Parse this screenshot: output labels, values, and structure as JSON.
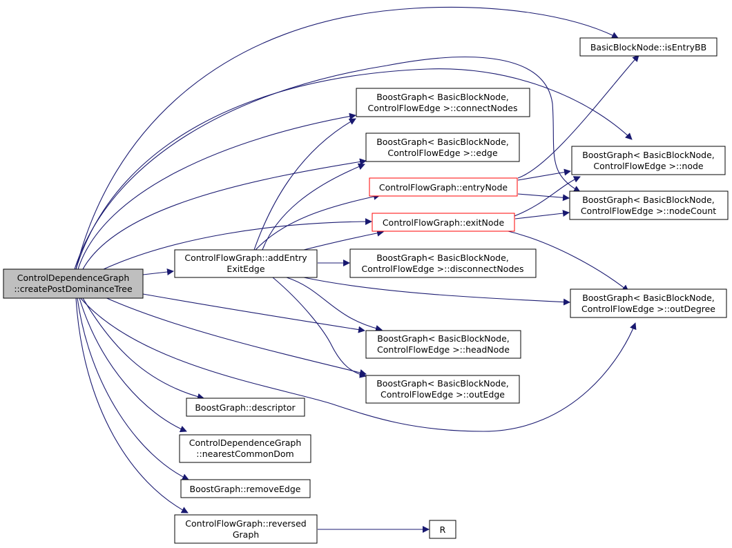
{
  "colors": {
    "edge": "#191970",
    "root_fill": "#bfbfbf",
    "node_border": "#000000",
    "highlight_border": "#ff0000"
  },
  "nodes": {
    "root": [
      "ControlDependenceGraph",
      "::createPostDominanceTree"
    ],
    "add_entry_exit_edge": [
      "ControlFlowGraph::addEntry",
      "ExitEdge"
    ],
    "is_entry_bb": [
      "BasicBlockNode::isEntryBB"
    ],
    "connect_nodes": [
      "BoostGraph< BasicBlockNode,",
      "ControlFlowEdge >::connectNodes"
    ],
    "edge": [
      "BoostGraph< BasicBlockNode,",
      "ControlFlowEdge >::edge"
    ],
    "node": [
      "BoostGraph< BasicBlockNode,",
      "ControlFlowEdge >::node"
    ],
    "entry_node": [
      "ControlFlowGraph::entryNode"
    ],
    "node_count": [
      "BoostGraph< BasicBlockNode,",
      "ControlFlowEdge >::nodeCount"
    ],
    "exit_node": [
      "ControlFlowGraph::exitNode"
    ],
    "disconnect_nodes": [
      "BoostGraph< BasicBlockNode,",
      "ControlFlowEdge >::disconnectNodes"
    ],
    "out_degree": [
      "BoostGraph< BasicBlockNode,",
      "ControlFlowEdge >::outDegree"
    ],
    "head_node": [
      "BoostGraph< BasicBlockNode,",
      "ControlFlowEdge >::headNode"
    ],
    "out_edge": [
      "BoostGraph< BasicBlockNode,",
      "ControlFlowEdge >::outEdge"
    ],
    "descriptor": [
      "BoostGraph::descriptor"
    ],
    "nearest_common_dom": [
      "ControlDependenceGraph",
      "::nearestCommonDom"
    ],
    "remove_edge": [
      "BoostGraph::removeEdge"
    ],
    "reversed_graph": [
      "ControlFlowGraph::reversed",
      "Graph"
    ],
    "r": [
      "R"
    ]
  }
}
